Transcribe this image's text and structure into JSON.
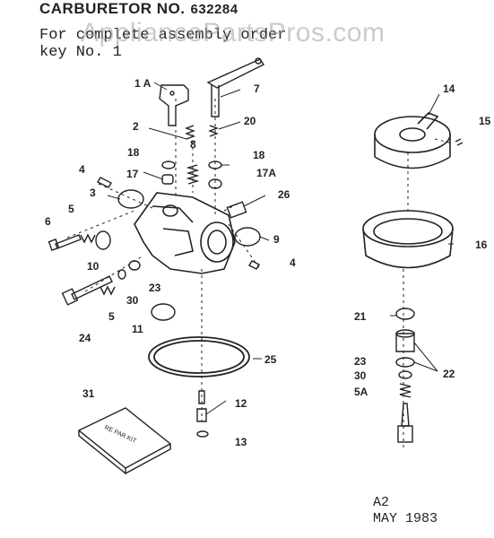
{
  "header": {
    "title": "CARBURETOR NO.",
    "model_number": "632284",
    "subtitle": "For complete assembly order",
    "key_line": "key No. 1"
  },
  "watermark": "AppliancePartsPros.com",
  "footer": {
    "code": "A2",
    "date": "MAY 1983"
  },
  "kit_label": "RE PAR KIT",
  "callouts": [
    "1 A",
    "7",
    "2",
    "20",
    "8",
    "18",
    "18",
    "17A",
    "4",
    "17",
    "3",
    "26",
    "6",
    "5",
    "10",
    "9",
    "4",
    "30",
    "23",
    "5",
    "11",
    "24",
    "25",
    "31",
    "12",
    "13",
    "14",
    "15",
    "16",
    "21",
    "22",
    "23",
    "30",
    "5A"
  ]
}
